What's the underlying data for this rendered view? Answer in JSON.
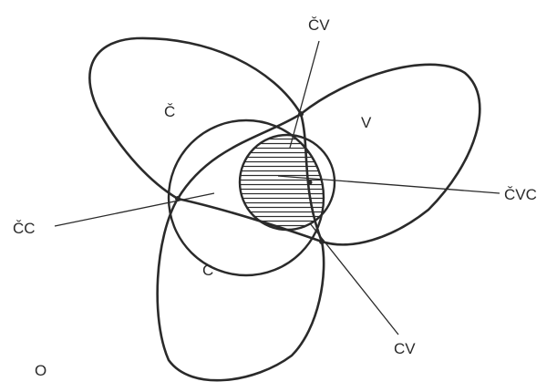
{
  "labels": {
    "region_c_hat": "Č",
    "region_v": "V",
    "region_c": "C",
    "outside": "O",
    "c_hat_v": "ČV",
    "c_hat_c": "ČC",
    "c_v": "CV",
    "c_hat_v_c": "ČVC"
  }
}
